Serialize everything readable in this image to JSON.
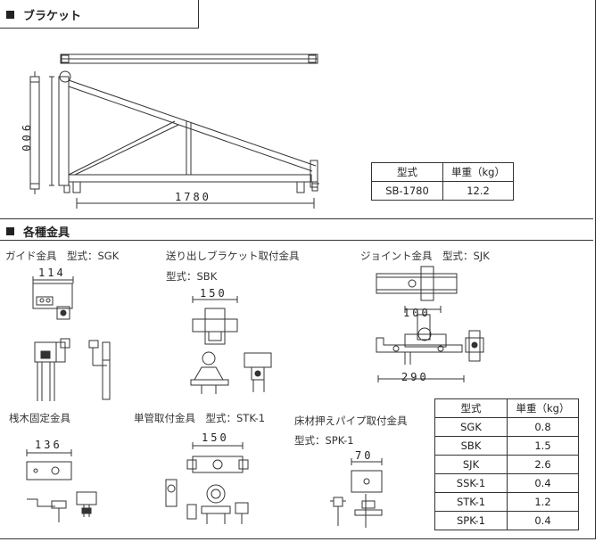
{
  "section1": {
    "title": "ブラケット"
  },
  "bracket": {
    "dim_height": "900",
    "dim_width": "1780",
    "table": {
      "headers": [
        "型式",
        "単重（kg）"
      ],
      "rows": [
        [
          "SB-1780",
          "12.2"
        ]
      ]
    }
  },
  "section2": {
    "title": "各種金具"
  },
  "parts": {
    "sgk": {
      "label": "ガイド金具　型式：SGK",
      "dim": "114"
    },
    "sbk": {
      "label": "送り出しブラケット取付金具",
      "model": "型式：SBK",
      "dim": "150"
    },
    "sjk": {
      "label": "ジョイント金具　型式：SJK",
      "dim1": "100",
      "dim2": "290"
    },
    "ssk": {
      "label": "桟木固定金具",
      "dim": "136"
    },
    "stk": {
      "label": "単管取付金具　型式：STK-1",
      "dim": "150"
    },
    "spk": {
      "label": "床材押えパイプ取付金具",
      "model": "型式：SPK-1",
      "dim": "70"
    }
  },
  "weights_table": {
    "headers": [
      "型式",
      "単重（kg）"
    ],
    "rows": [
      [
        "SGK",
        "0.8"
      ],
      [
        "SBK",
        "1.5"
      ],
      [
        "SJK",
        "2.6"
      ],
      [
        "SSK-1",
        "0.4"
      ],
      [
        "STK-1",
        "1.2"
      ],
      [
        "SPK-1",
        "0.4"
      ]
    ]
  }
}
